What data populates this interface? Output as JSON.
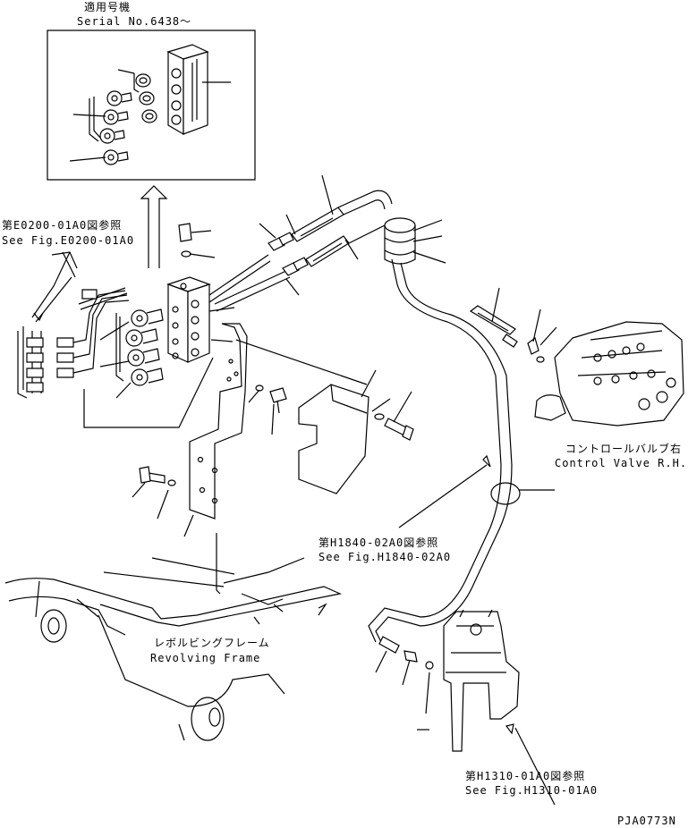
{
  "inset": {
    "title_jp": "適用号機",
    "title_en": "Serial No.6438～"
  },
  "labels": {
    "ref_e0200_jp": "第E0200-01A0図参照",
    "ref_e0200_en": "See Fig.E0200-01A0",
    "control_valve_jp": "コントロールバルブ右",
    "control_valve_en": "Control Valve R.H.",
    "ref_h1840_jp": "第H1840-02A0図参照",
    "ref_h1840_en": "See Fig.H1840-02A0",
    "revolving_frame_jp": "レボルビングフレーム",
    "revolving_frame_en": "Revolving Frame",
    "ref_h1310_jp": "第H1310-01A0図参照",
    "ref_h1310_en": "See Fig.H1310-01A0",
    "drawing_code": "PJA0773N"
  }
}
